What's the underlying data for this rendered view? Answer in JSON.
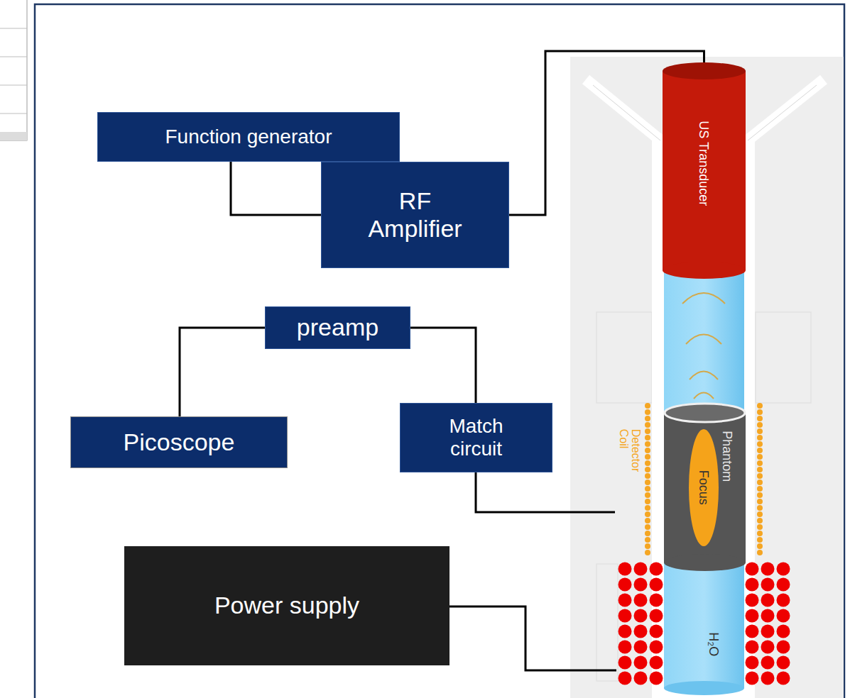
{
  "diagram": {
    "nodes": [
      {
        "text": [
          "US Transducer"
        ]
      },
      {
        "text": [
          "Function generator"
        ]
      },
      {
        "text": [
          "RF Amplifier"
        ]
      },
      {
        "text": [
          "preamp"
        ]
      },
      {
        "text": [
          "Picoscope"
        ]
      },
      {
        "text": [
          "Match circuit"
        ]
      },
      {
        "text": [
          "Detector Coil"
        ]
      },
      {
        "text": [
          "Phantom"
        ]
      },
      {
        "text": [
          "Focus"
        ],
        "in": 7
      },
      {
        "text": [
          "Power supply"
        ]
      }
    ],
    "edges": [
      {
        "from": 1,
        "to": 2,
        "arrow": "none"
      },
      {
        "from": 2,
        "to": 0,
        "arrow": "none"
      },
      {
        "from": 3,
        "to": 4,
        "arrow": "none"
      },
      {
        "from": 3,
        "to": 5,
        "arrow": "none"
      },
      {
        "from": 5,
        "to": 6,
        "arrow": "none"
      }
    ],
    "labels": [
      "H₂O"
    ]
  }
}
